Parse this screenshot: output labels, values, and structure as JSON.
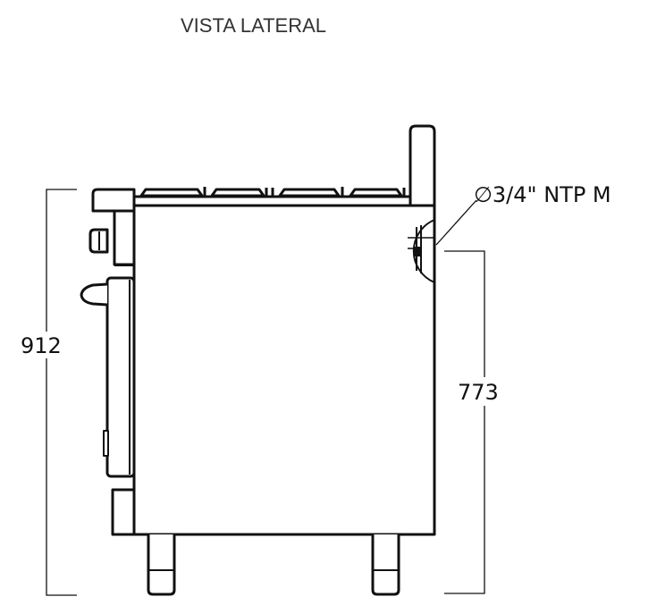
{
  "view_title": "VISTA LATERAL",
  "dimensions": {
    "total_height": "912",
    "connection_height": "773"
  },
  "gas_connection": {
    "label": "∅3/4\" NTP M"
  },
  "colors": {
    "line": "#111111",
    "title": "#333333",
    "background": "#ffffff"
  }
}
